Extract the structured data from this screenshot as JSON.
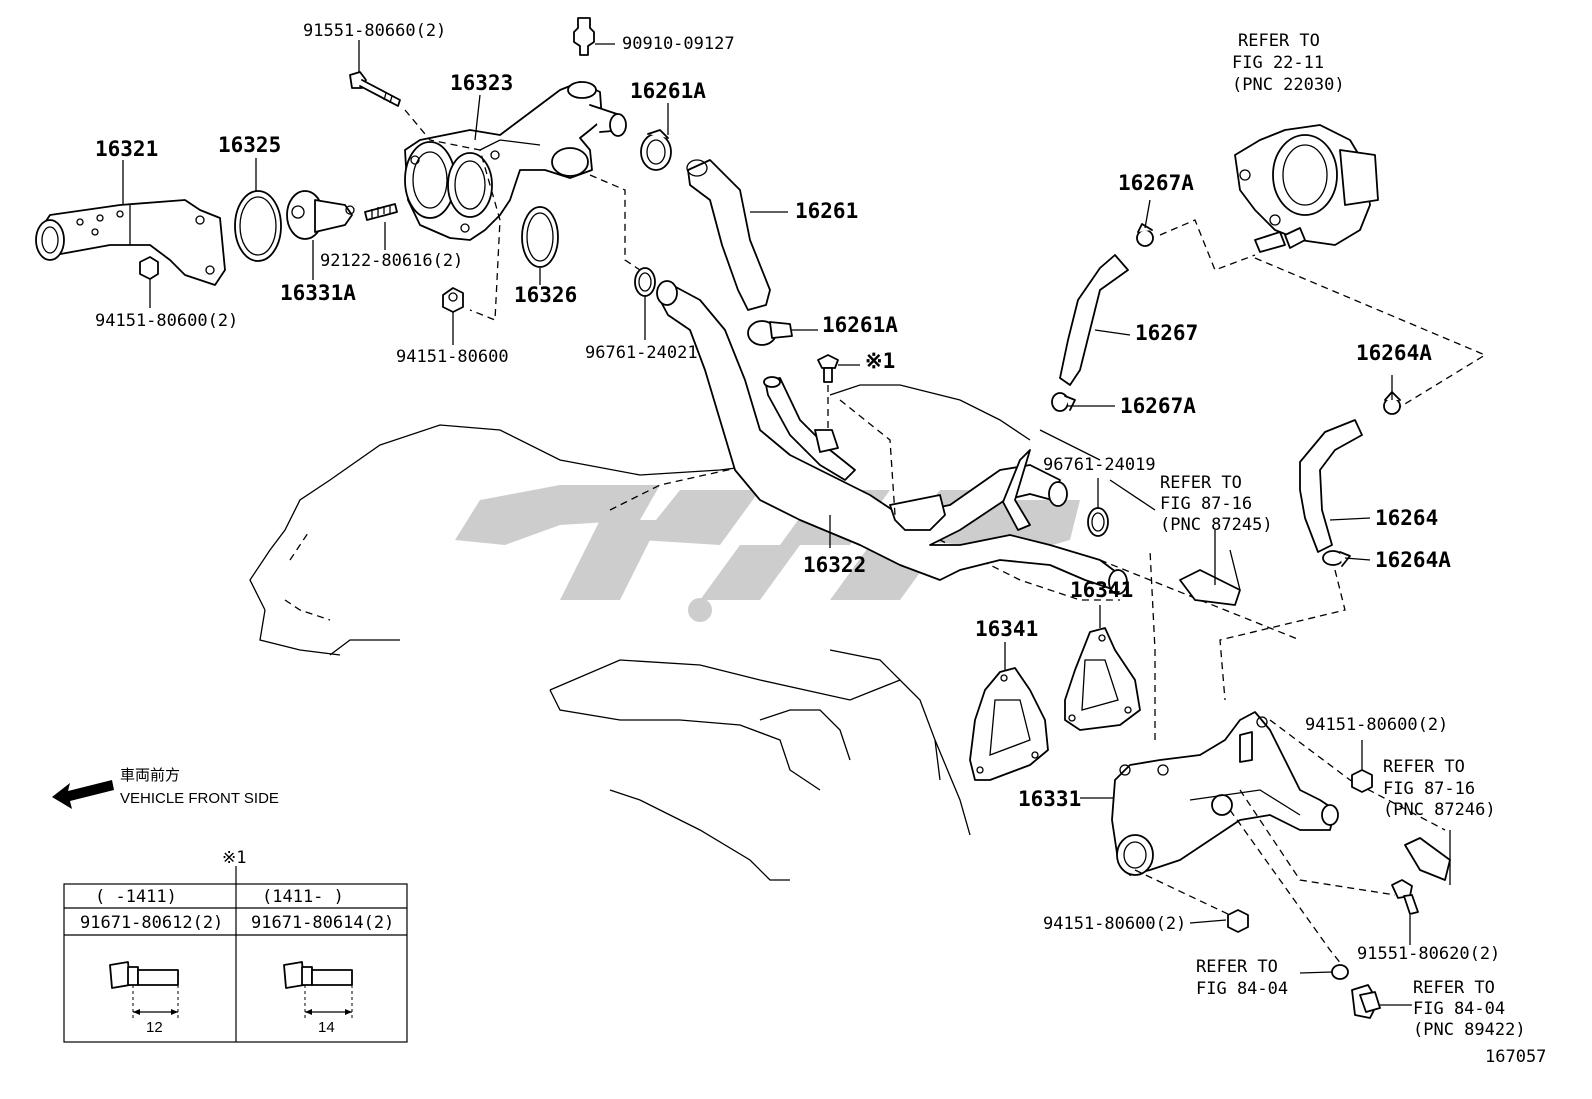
{
  "callouts": [
    {
      "id": "c-91551-80660",
      "text": "91551-80660(2)"
    },
    {
      "id": "c-90910-09127",
      "text": "90910-09127"
    },
    {
      "id": "c-16323",
      "text": "16323"
    },
    {
      "id": "c-16261A-top",
      "text": "16261A"
    },
    {
      "id": "c-16321",
      "text": "16321"
    },
    {
      "id": "c-16325",
      "text": "16325"
    },
    {
      "id": "c-16261",
      "text": "16261"
    },
    {
      "id": "c-92122-80616",
      "text": "92122-80616(2)"
    },
    {
      "id": "c-16331A",
      "text": "16331A"
    },
    {
      "id": "c-16326",
      "text": "16326"
    },
    {
      "id": "c-94151-80600-2-left",
      "text": "94151-80600(2)"
    },
    {
      "id": "c-94151-80600",
      "text": "94151-80600"
    },
    {
      "id": "c-96761-24021",
      "text": "96761-24021"
    },
    {
      "id": "c-16261A-mid",
      "text": "16261A"
    },
    {
      "id": "c-note1",
      "text": "※1"
    },
    {
      "id": "c-16267A-top",
      "text": "16267A"
    },
    {
      "id": "c-16267",
      "text": "16267"
    },
    {
      "id": "c-16267A-mid",
      "text": "16267A"
    },
    {
      "id": "c-16264A-top",
      "text": "16264A"
    },
    {
      "id": "c-16264",
      "text": "16264"
    },
    {
      "id": "c-16264A-bot",
      "text": "16264A"
    },
    {
      "id": "c-96761-24019",
      "text": "96761-24019"
    },
    {
      "id": "c-16322",
      "text": "16322"
    },
    {
      "id": "c-16341-a",
      "text": "16341"
    },
    {
      "id": "c-16341-b",
      "text": "16341"
    },
    {
      "id": "c-16331",
      "text": "16331"
    },
    {
      "id": "c-94151-80600-2-right",
      "text": "94151-80600(2)"
    },
    {
      "id": "c-94151-80600-2-bottom",
      "text": "94151-80600(2)"
    },
    {
      "id": "c-91551-80620",
      "text": "91551-80620(2)"
    },
    {
      "id": "c-167057",
      "text": "167057"
    }
  ],
  "refers": [
    {
      "id": "r-22-11",
      "lines": [
        "REFER TO",
        "FIG 22-11",
        "(PNC 22030)"
      ]
    },
    {
      "id": "r-87-16-a",
      "lines": [
        "REFER TO",
        "FIG 87-16",
        "(PNC 87245)"
      ]
    },
    {
      "id": "r-87-16-b",
      "lines": [
        "REFER TO",
        "FIG 87-16",
        "(PNC 87246)"
      ]
    },
    {
      "id": "r-84-04-a",
      "lines": [
        "REFER TO",
        "FIG 84-04"
      ]
    },
    {
      "id": "r-84-04-b",
      "lines": [
        "REFER TO",
        "FIG 84-04",
        "(PNC 89422)"
      ]
    }
  ],
  "front_side": {
    "jp": "車両前方",
    "en": "VEHICLE FRONT SIDE"
  },
  "bolt_table": {
    "note": "※1",
    "columns": [
      {
        "range": "(      -1411)",
        "part": "91671-80612(2)",
        "dim": "12"
      },
      {
        "range": "(1411-      )",
        "part": "91671-80614(2)",
        "dim": "14"
      }
    ]
  },
  "watermark_color": "#c8c8c8"
}
